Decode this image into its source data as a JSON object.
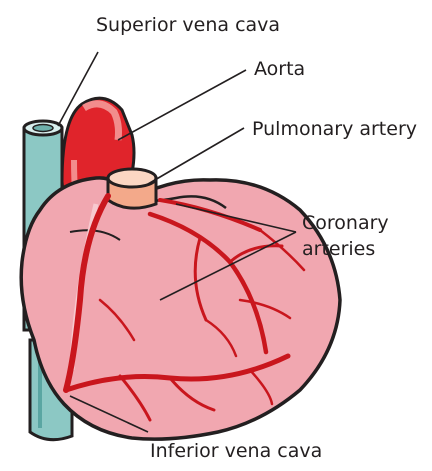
{
  "diagram": {
    "labels": {
      "superior_vena_cava": "Superior vena cava",
      "aorta": "Aorta",
      "pulmonary_artery": "Pulmonary artery",
      "coronary_arteries_line1": "Coronary",
      "coronary_arteries_line2": "arteries",
      "inferior_vena_cava": "Inferior vena cava"
    },
    "colors": {
      "vena_cava": "#8cc8c4",
      "aorta": "#e0242b",
      "pulmonary_artery": "#f3a98a",
      "heart_muscle": "#f1a7b0",
      "coronary_vessels": "#c9161d",
      "outline": "#231f20"
    }
  }
}
